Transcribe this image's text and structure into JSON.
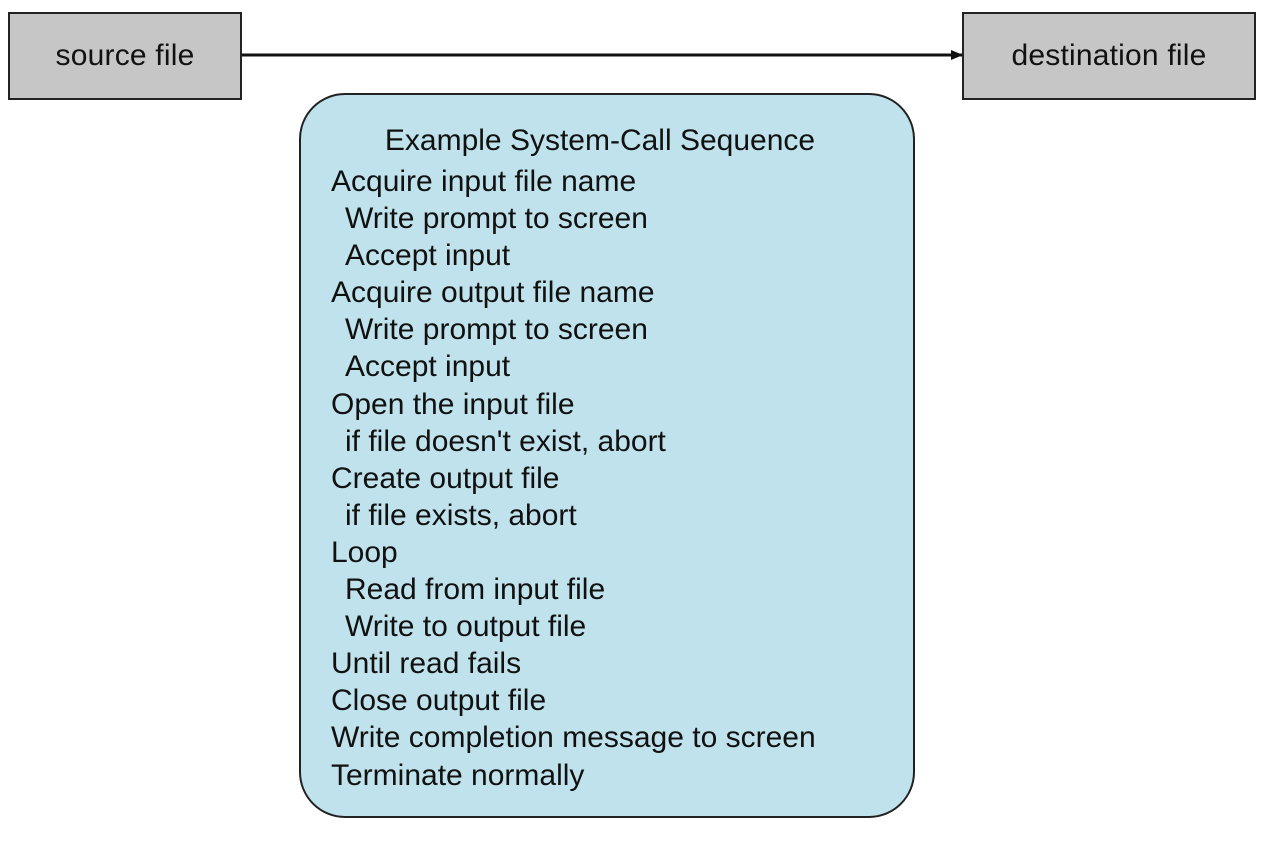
{
  "source_label": "source file",
  "destination_label": "destination file",
  "sequence": {
    "title": "Example System-Call Sequence",
    "steps": [
      {
        "text": "Acquire input file name",
        "indent": 0
      },
      {
        "text": "Write prompt to screen",
        "indent": 1
      },
      {
        "text": "Accept input",
        "indent": 1
      },
      {
        "text": "Acquire output file name",
        "indent": 0
      },
      {
        "text": "Write prompt to screen",
        "indent": 1
      },
      {
        "text": "Accept input",
        "indent": 1
      },
      {
        "text": "Open the input file",
        "indent": 0
      },
      {
        "text": "if file doesn't exist, abort",
        "indent": 1
      },
      {
        "text": "Create output file",
        "indent": 0
      },
      {
        "text": "if file exists, abort",
        "indent": 1
      },
      {
        "text": "Loop",
        "indent": 0
      },
      {
        "text": "Read from input file",
        "indent": 1
      },
      {
        "text": "Write to output file",
        "indent": 1
      },
      {
        "text": "Until read fails",
        "indent": 0
      },
      {
        "text": "Close output file",
        "indent": 0
      },
      {
        "text": "Write completion message to screen",
        "indent": 0
      },
      {
        "text": "Terminate normally",
        "indent": 0
      }
    ]
  },
  "colors": {
    "file_box_fill": "#c6c6c6",
    "panel_fill": "#bfe2ec",
    "stroke": "#222222"
  }
}
